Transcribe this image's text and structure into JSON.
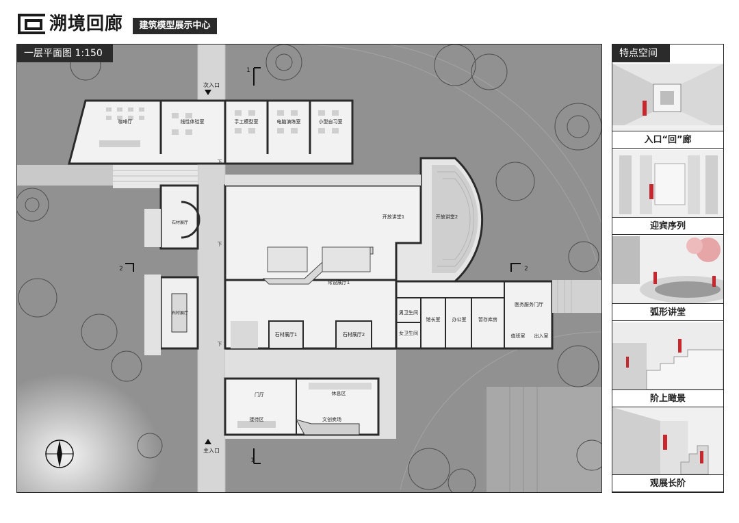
{
  "header": {
    "brand": "溯境回廊",
    "subtitle": "建筑模型展示中心"
  },
  "plan": {
    "title": "一层平面图 1:150",
    "rooms": {
      "cafe": "咖啡厅",
      "vr_room": "线性体验室",
      "handmade": "手工模型室",
      "computer": "电脑演练室",
      "study": "小型自习室",
      "hall1": "开放讲堂1",
      "hall2": "开放讲堂2",
      "service": "医务服务门厅",
      "toilet_m": "男卫生间",
      "toilet_f": "女卫生间",
      "director": "馆长室",
      "office": "办公室",
      "storage": "暂存库房",
      "duty": "值班室",
      "entrance_room": "出入室",
      "material1": "石材展厅1",
      "material2": "石材展厅2",
      "lobby": "门厅",
      "rest": "休息区",
      "reception": "接待区",
      "shop": "文创卖场",
      "exhibit": "常设展厅1",
      "stone_l1": "石材展厅",
      "stone_l2": "石材展厅"
    },
    "labels": {
      "secondary_entrance": "次入口",
      "main_entrance": "主入口",
      "section_mark_1": "1",
      "section_mark_2": "2",
      "down": "下"
    }
  },
  "side": {
    "title": "特点空间",
    "cards": [
      {
        "caption": "入口“回”廊"
      },
      {
        "caption": "迎宾序列"
      },
      {
        "caption": "弧形讲堂"
      },
      {
        "caption": "阶上瞰景"
      },
      {
        "caption": "观展长阶"
      }
    ]
  },
  "colors": {
    "ground": "#8d8d8d",
    "building": "#f2f2f2",
    "wall": "#2a2a2a",
    "accent_red": "#c8282d",
    "dark_bar": "#2b2b2b"
  }
}
